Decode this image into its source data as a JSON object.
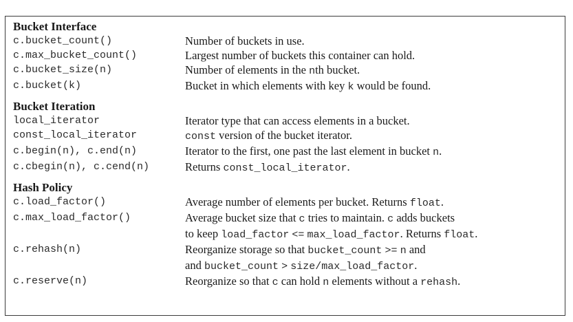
{
  "sections": [
    {
      "title": "Bucket Interface",
      "rows": [
        {
          "code": "c.bucket_count()",
          "desc": [
            [
              {
                "t": "Number of buckets in use."
              }
            ]
          ]
        },
        {
          "code": "c.max_bucket_count()",
          "desc": [
            [
              {
                "t": "Largest number of buckets this container can hold."
              }
            ]
          ]
        },
        {
          "code": "c.bucket_size(n)",
          "desc": [
            [
              {
                "t": "Number of elements in the "
              },
              {
                "t": "n",
                "m": true
              },
              {
                "t": "th bucket."
              }
            ]
          ]
        },
        {
          "code": "c.bucket(k)",
          "desc": [
            [
              {
                "t": "Bucket in which elements with key "
              },
              {
                "t": "k",
                "m": true
              },
              {
                "t": " would be found."
              }
            ]
          ]
        }
      ]
    },
    {
      "title": "Bucket Iteration",
      "rows": [
        {
          "code": "local_iterator",
          "desc": [
            [
              {
                "t": "Iterator type that can access elements in a bucket."
              }
            ]
          ]
        },
        {
          "code": "const_local_iterator",
          "desc": [
            [
              {
                "t": "const",
                "m": true
              },
              {
                "t": " version of the bucket iterator."
              }
            ]
          ]
        },
        {
          "code": "c.begin(n), c.end(n)",
          "desc": [
            [
              {
                "t": "Iterator to the first, one past the last element in bucket "
              },
              {
                "t": "n",
                "m": true
              },
              {
                "t": "."
              }
            ]
          ]
        },
        {
          "code": "c.cbegin(n), c.cend(n)",
          "desc": [
            [
              {
                "t": "Returns "
              },
              {
                "t": "const_local_iterator",
                "m": true
              },
              {
                "t": "."
              }
            ]
          ]
        }
      ]
    },
    {
      "title": "Hash Policy",
      "rows": [
        {
          "code": "c.load_factor()",
          "desc": [
            [
              {
                "t": "Average number of elements per bucket. Returns "
              },
              {
                "t": "float",
                "m": true
              },
              {
                "t": "."
              }
            ]
          ]
        },
        {
          "code": "c.max_load_factor()",
          "desc": [
            [
              {
                "t": "Average bucket size that "
              },
              {
                "t": "c",
                "m": true
              },
              {
                "t": " tries to maintain. "
              },
              {
                "t": "c",
                "m": true
              },
              {
                "t": " adds buckets"
              }
            ],
            [
              {
                "t": "to keep "
              },
              {
                "t": "load_factor",
                "m": true
              },
              {
                "t": " "
              },
              {
                "t": "<=",
                "m": true
              },
              {
                "t": " "
              },
              {
                "t": "max_load_factor",
                "m": true
              },
              {
                "t": ". Returns "
              },
              {
                "t": "float",
                "m": true
              },
              {
                "t": "."
              }
            ]
          ]
        },
        {
          "code": "c.rehash(n)",
          "desc": [
            [
              {
                "t": "Reorganize storage so that "
              },
              {
                "t": "bucket_count",
                "m": true
              },
              {
                "t": " "
              },
              {
                "t": ">=",
                "m": true
              },
              {
                "t": " "
              },
              {
                "t": "n",
                "m": true
              },
              {
                "t": " and"
              }
            ],
            [
              {
                "t": "and "
              },
              {
                "t": "bucket_count",
                "m": true
              },
              {
                "t": " "
              },
              {
                "t": ">",
                "m": true
              },
              {
                "t": " "
              },
              {
                "t": "size/max_load_factor",
                "m": true
              },
              {
                "t": "."
              }
            ]
          ]
        },
        {
          "code": "c.reserve(n)",
          "desc": [
            [
              {
                "t": "Reorganize so that "
              },
              {
                "t": "c",
                "m": true
              },
              {
                "t": " can hold "
              },
              {
                "t": "n",
                "m": true
              },
              {
                "t": " elements without a "
              },
              {
                "t": "rehash",
                "m": true
              },
              {
                "t": "."
              }
            ]
          ]
        }
      ]
    }
  ]
}
